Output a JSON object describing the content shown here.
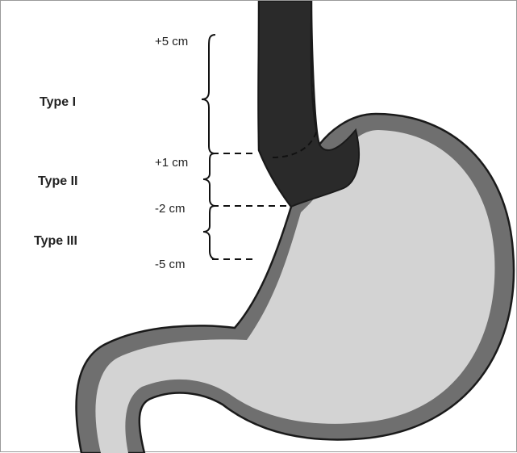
{
  "diagram": {
    "type_labels": [
      "Type I",
      "Type II",
      "Type III"
    ],
    "level_labels": [
      "+5 cm",
      "+1 cm",
      "-2 cm",
      "-5 cm"
    ],
    "colors": {
      "esophagus": "#2a2a2a",
      "stomach_outer": "#6f6f6f",
      "stomach_inner": "#d3d3d3",
      "border": "#9a9a9a",
      "text": "#222222"
    }
  }
}
